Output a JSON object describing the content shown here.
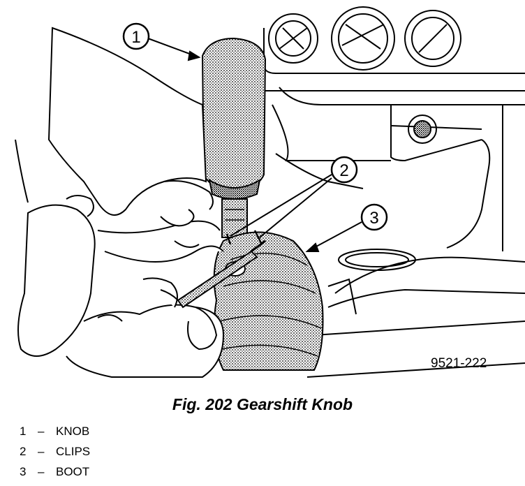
{
  "figure": {
    "id": "9521-222",
    "caption": "Fig. 202 Gearshift Knob"
  },
  "callouts": [
    {
      "number": "1",
      "label": "KNOB"
    },
    {
      "number": "2",
      "label": "CLIPS"
    },
    {
      "number": "3",
      "label": "BOOT"
    }
  ],
  "legend_separator": "–"
}
